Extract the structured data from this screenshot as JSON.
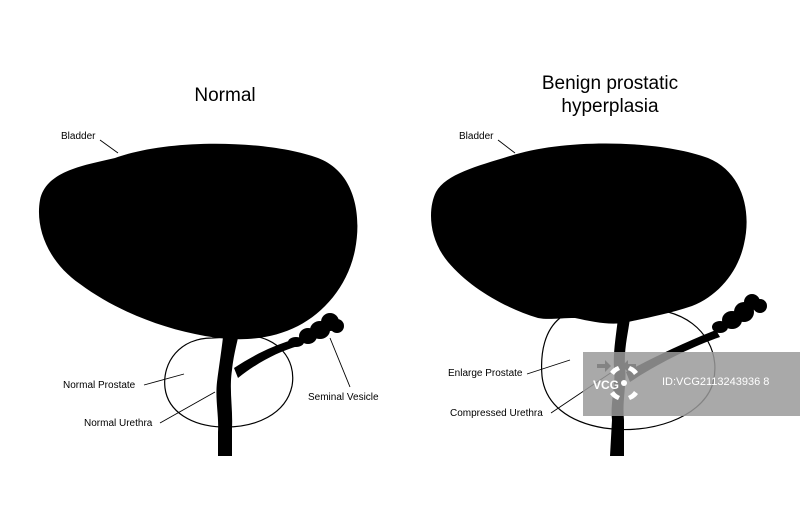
{
  "diagrams": [
    {
      "title": "Normal",
      "labels": {
        "bladder": "Bladder",
        "prostate": "Normal Prostate",
        "urethra": "Normal Urethra",
        "vesicle": "Seminal Vesicle"
      }
    },
    {
      "title_line1": "Benign prostatic",
      "title_line2": "hyperplasia",
      "labels": {
        "bladder": "Bladder",
        "prostate": "Enlarge Prostate",
        "urethra": "Compressed Urethra"
      }
    }
  ],
  "watermark": {
    "logo_text": "VCG",
    "id_text": "ID:VCG2113243936 8",
    "color": "#9a9a9a"
  },
  "colors": {
    "ink": "#000000",
    "background": "#ffffff"
  }
}
